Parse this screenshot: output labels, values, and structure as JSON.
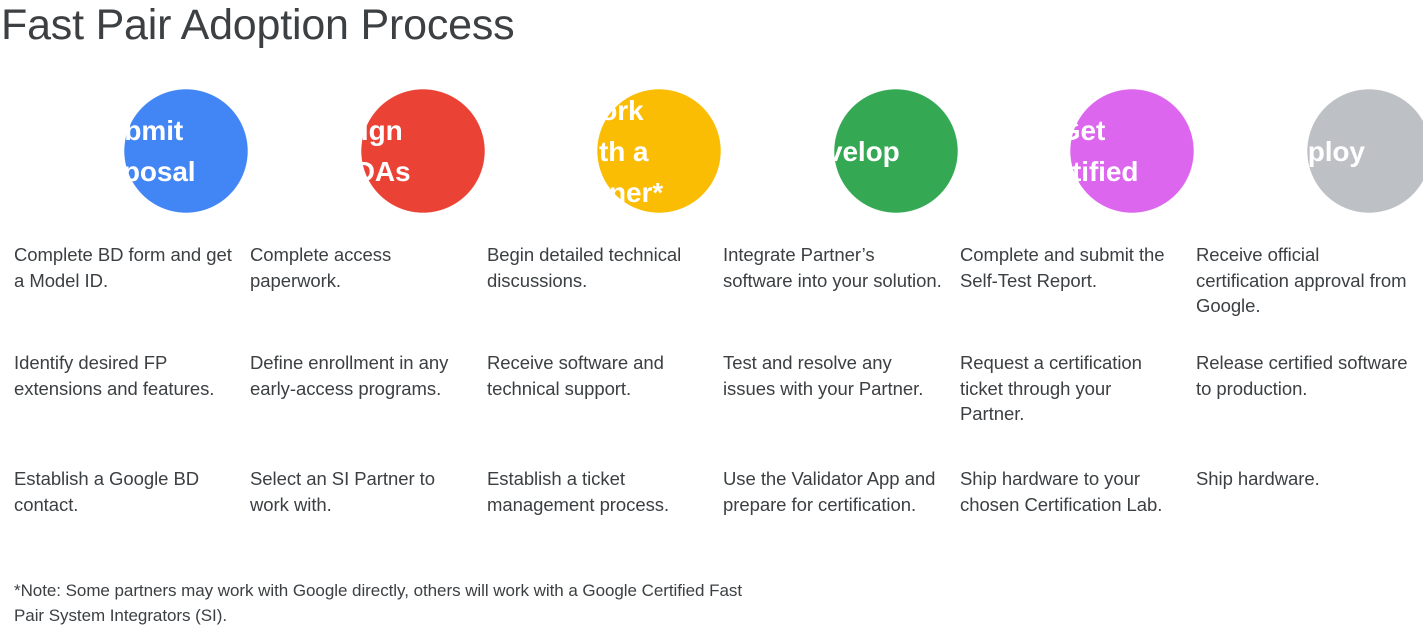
{
  "page_title": "Fast Pair Adoption Process",
  "title_color": "#3C4043",
  "body_text_color": "#3C4043",
  "stages": [
    {
      "label": "Submit\nProposal",
      "color": "#4285F4",
      "color_name": "blue",
      "items": [
        "Complete BD form and get a Model ID.",
        "Identify desired FP extensions and features.",
        "Establish a Google BD contact."
      ]
    },
    {
      "label": "Sign\nNDAs",
      "color": "#EA4335",
      "color_name": "red",
      "items": [
        "Complete access paperwork.",
        "Define enrollment in any early-access programs.",
        "Select an SI Partner to work with."
      ]
    },
    {
      "label": "Work\nwith a\nPartner*",
      "color": "#FBBC04",
      "color_name": "yellow",
      "items": [
        "Begin detailed technical discussions.",
        "Receive software and technical support.",
        "Establish a ticket management process."
      ]
    },
    {
      "label": "Develop",
      "color": "#34A853",
      "color_name": "green",
      "items": [
        "Integrate Partner’s software into your solution.",
        "Test and resolve any issues with your Partner.",
        "Use the Validator App and prepare for certification."
      ]
    },
    {
      "label": "Get\nCertified",
      "color": "#DD66EE",
      "color_name": "magenta",
      "items": [
        "Complete and submit the Self-Test Report.",
        "Request a certification ticket through your Partner.",
        "Ship hardware to your chosen Certification Lab."
      ]
    },
    {
      "label": "Deploy",
      "color": "#BDC1C6",
      "color_name": "gray",
      "items": [
        "Receive official certification approval from Google.",
        "Release certified software to production.",
        "Ship hardware."
      ]
    }
  ],
  "footnote": "*Note: Some partners may work with Google directly, others will work with a Google Certified Fast Pair System Integrators (SI)."
}
